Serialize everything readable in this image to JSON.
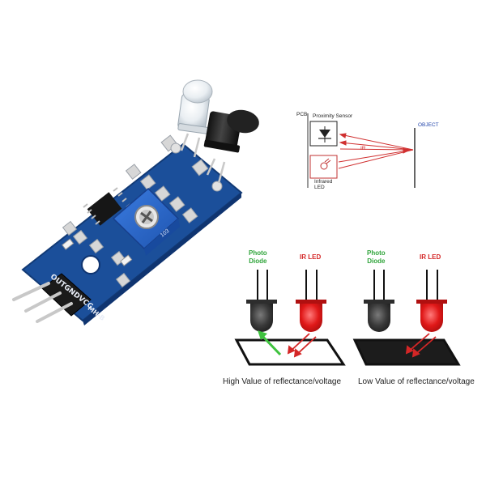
{
  "module": {
    "pin_label_out": "OUT",
    "pin_label_gnd": "GND",
    "pin_label_vcc": "VCC",
    "model_label": "MH-B",
    "pot_code": "103",
    "colors": {
      "pcb": "#1b4f9a",
      "pot": "#2a66c8",
      "header": "#1a1a1a",
      "pins": "#c8c8c8"
    }
  },
  "schematic": {
    "pcb_label": "PCB",
    "sensor_label": "Proximity Sensor",
    "object_label": "OBJECT",
    "ir_label": "IR",
    "led_label_line1": "Infrared",
    "led_label_line2": "LED",
    "colors": {
      "rays": "#d03030",
      "object_text": "#2244aa"
    }
  },
  "reflectance": {
    "left": {
      "photo_line1": "Photo",
      "photo_line2": "Diode",
      "led_label": "IR LED",
      "caption": "High Value of reflectance/voltage",
      "surface": "#ffffff",
      "reflected_ray": "#3ec23e"
    },
    "right": {
      "photo_line1": "Photo",
      "photo_line2": "Diode",
      "led_label": "IR LED",
      "caption": "Low Value of reflectance/voltage",
      "surface": "#1c1c1c"
    },
    "colors": {
      "green_label": "#2fa43a",
      "red_label": "#d42626",
      "led": "#e01818",
      "diode": "#2d2d2d"
    }
  }
}
